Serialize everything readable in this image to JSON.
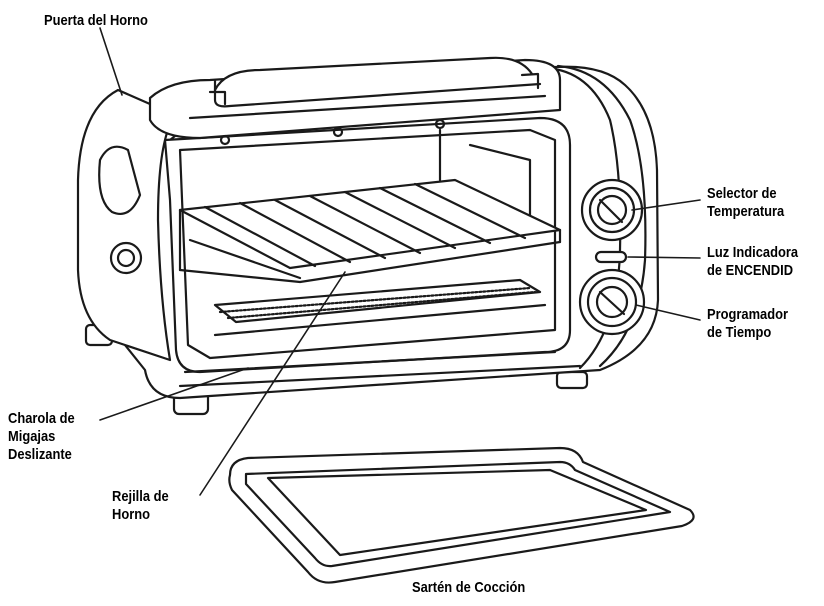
{
  "labels": {
    "oven_door": "Puerta del Horno",
    "temperature_selector": [
      "Selector de",
      "Temperatura"
    ],
    "indicator_light": [
      "Luz Indicadora",
      "de ENCENDID"
    ],
    "timer": [
      "Programador",
      "de Tiempo"
    ],
    "crumb_tray": [
      "Charola de",
      "Migajas",
      "Deslizante"
    ],
    "oven_rack": [
      "Rejilla de",
      "Horno"
    ],
    "baking_pan": "Sartén de Cocción"
  },
  "colors": {
    "line": "#1a1a1a",
    "fill": "#ffffff",
    "shade": "#d8d8d8"
  }
}
